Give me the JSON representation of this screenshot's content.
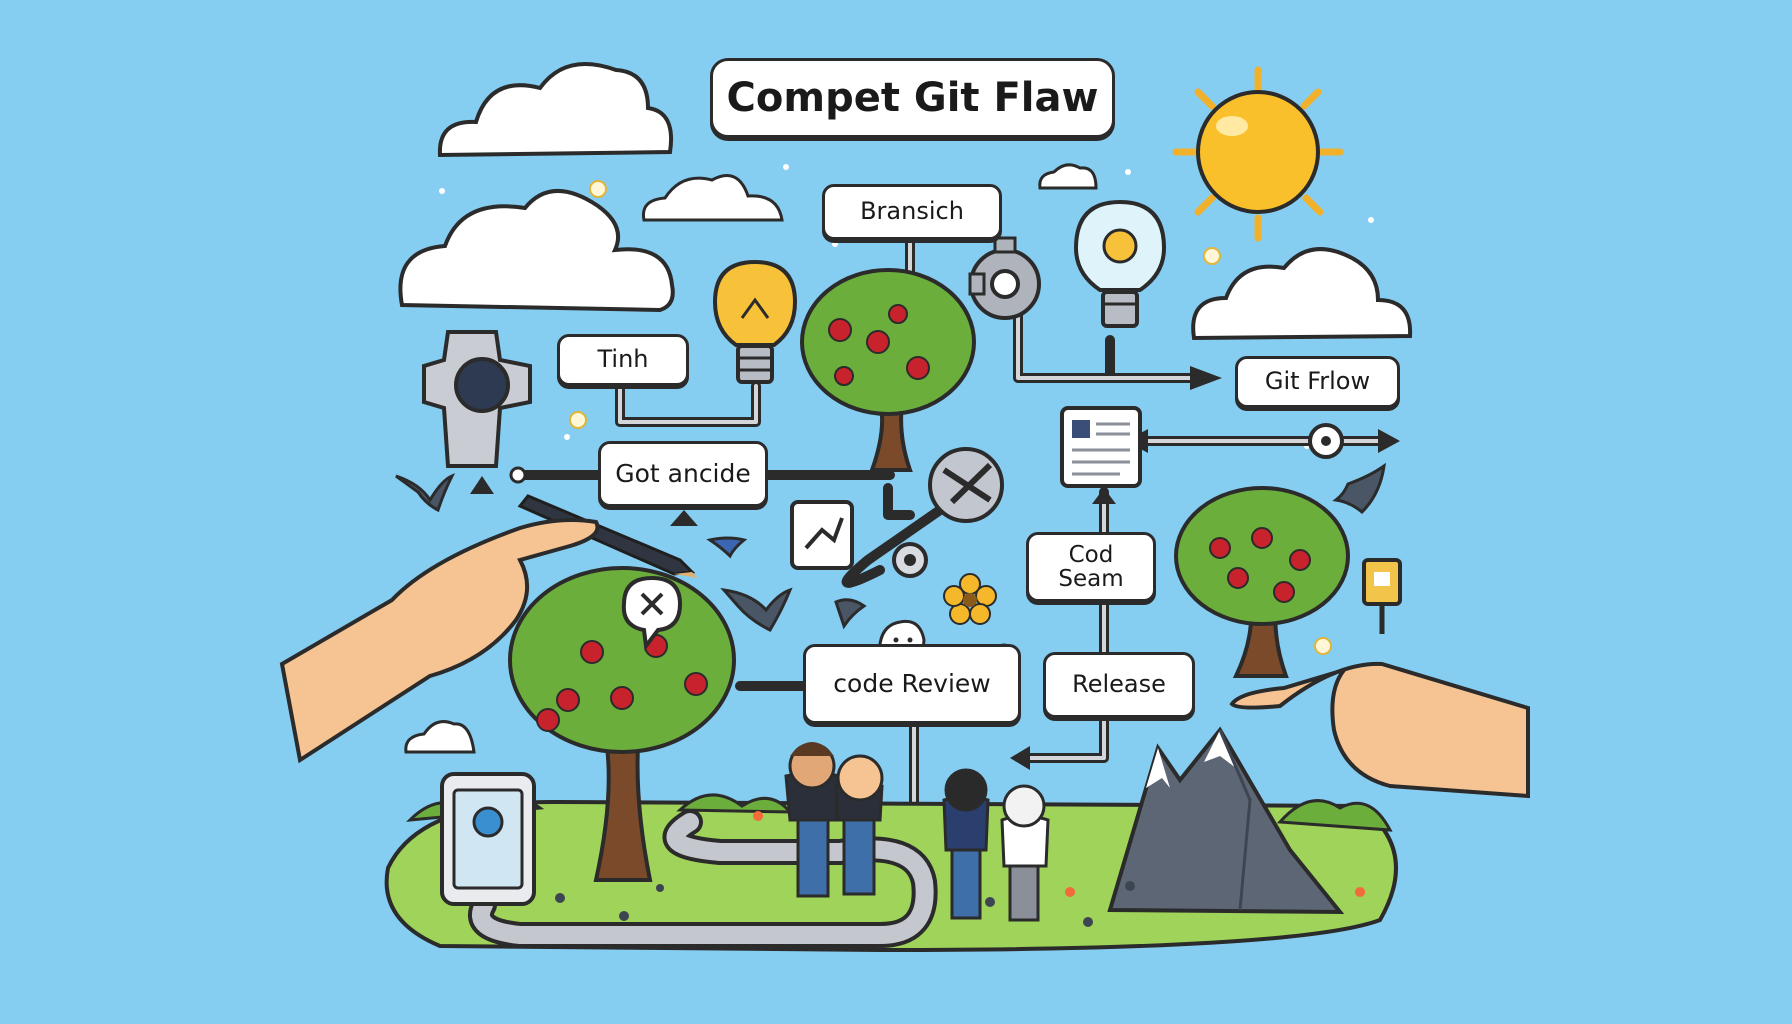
{
  "title": "Compet Git Flaw",
  "labels": {
    "bransich": "Bransich",
    "tinh": "Tinh",
    "got_ancide": "Got ancide",
    "git_frlow": "Git Frlow",
    "cod_seam": "Cod\nSeam",
    "code_review": "code Review",
    "release": "Release"
  },
  "colors": {
    "sky": "#86cdf2",
    "outline": "#2b2b2b",
    "grass": "#9fd35a",
    "foliage": "#6cae3b",
    "trunk": "#7a4a2a",
    "apple": "#c8232c",
    "sun": "#f9c02b",
    "bulb": "#f7c23a",
    "skin": "#f6c493",
    "mountain": "#5d6675"
  }
}
